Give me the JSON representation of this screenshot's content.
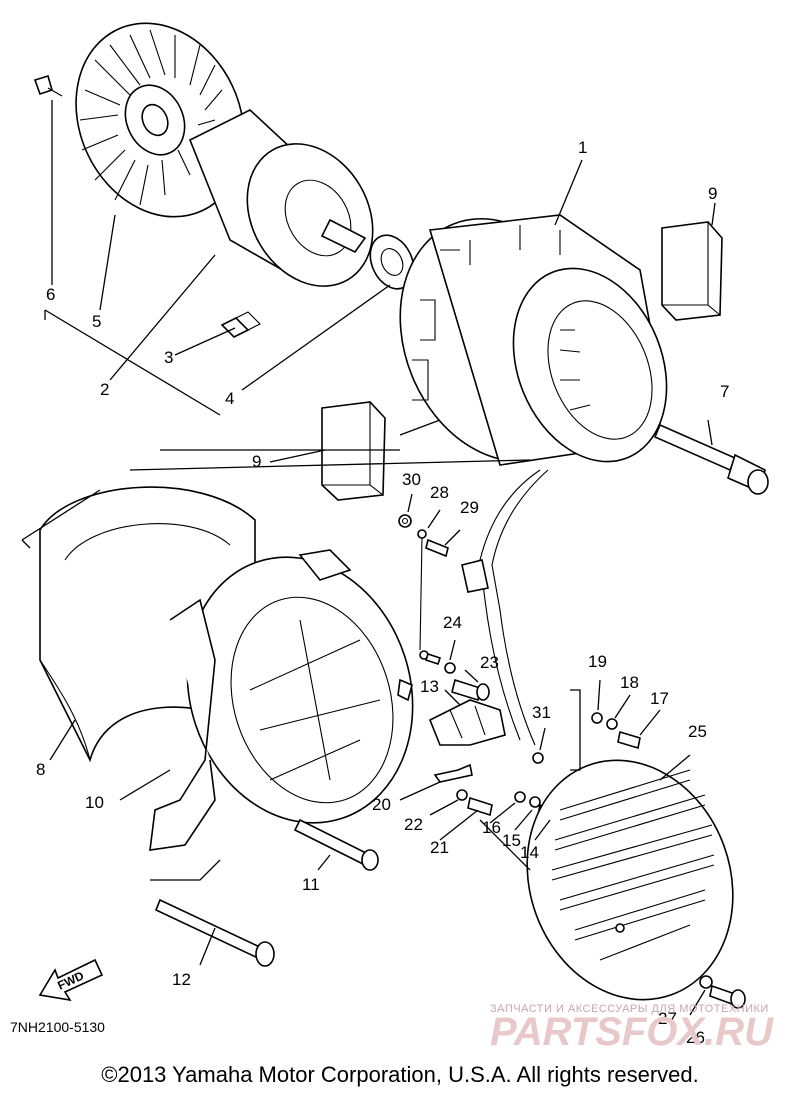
{
  "diagram": {
    "part_numbers": [
      "1",
      "2",
      "3",
      "4",
      "5",
      "6",
      "7",
      "8",
      "9",
      "9",
      "10",
      "11",
      "12",
      "13",
      "14",
      "15",
      "16",
      "17",
      "18",
      "19",
      "20",
      "21",
      "22",
      "23",
      "24",
      "25",
      "26",
      "27",
      "28",
      "29",
      "30",
      "31"
    ],
    "drawing_code": "7NH2100-5130",
    "fwd_label": "FWD",
    "watermark_small": "ЗАПЧАСТИ И АКСЕССУАРЫ ДЛЯ МОТОТЕХНИКИ",
    "watermark_large": "PARTSFOX.RU"
  },
  "footer": {
    "copyright": "©2013 Yamaha Motor Corporation, U.S.A. All rights reserved."
  }
}
